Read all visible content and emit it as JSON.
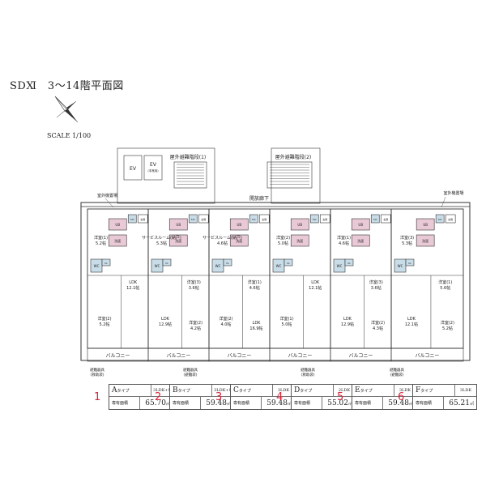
{
  "title": "SDⅪ　3〜14階平面図",
  "scale": "SCALE 1/100",
  "plan": {
    "labels": {
      "ev": "EV",
      "ev_sub": "(非常用)",
      "stair1": "屋外避難階段(1)",
      "stair2": "屋外避難階段(2)",
      "corridor": "開放廊下",
      "outdoor_unit": "室外機置場",
      "balcony": "バルコニー",
      "evac_hatch": "避難器具\n(救助袋)",
      "evac_hatch2": "避難器具\n(避難袋)"
    },
    "rooms": [
      {
        "unit": "A",
        "items": [
          {
            "t": "洋室(1)",
            "a": "5.2帖"
          },
          {
            "t": "WCL"
          },
          {
            "t": "洗面"
          },
          {
            "t": "UB"
          },
          {
            "t": "LDK",
            "a": "12.1帖"
          },
          {
            "t": "洋室(2)",
            "a": "5.2帖"
          }
        ]
      },
      {
        "unit": "B",
        "items": [
          {
            "t": "サービスルーム(納戸)",
            "a": "5.3帖"
          },
          {
            "t": "洋室(3)",
            "a": "3.6帖"
          },
          {
            "t": "LDK",
            "a": "12.9帖"
          },
          {
            "t": "洋室(2)",
            "a": "4.2帖"
          }
        ]
      },
      {
        "unit": "C",
        "items": [
          {
            "t": "サービスルーム(納戸)",
            "a": "4.6帖"
          },
          {
            "t": "洋室(1)",
            "a": "4.6帖"
          },
          {
            "t": "洋室(2)",
            "a": "4.0帖"
          },
          {
            "t": "LDK",
            "a": "16.9帖"
          }
        ]
      },
      {
        "unit": "D",
        "items": [
          {
            "t": "洋室(2)",
            "a": "5.0帖"
          },
          {
            "t": "LDK",
            "a": "12.1帖"
          },
          {
            "t": "洋室(1)",
            "a": "5.0帖"
          }
        ]
      },
      {
        "unit": "E",
        "items": [
          {
            "t": "洋室(1)",
            "a": "4.6帖"
          },
          {
            "t": "洋室(3)",
            "a": "3.6帖"
          },
          {
            "t": "LDK",
            "a": "12.9帖"
          },
          {
            "t": "洋室(2)",
            "a": "4.3帖"
          }
        ]
      },
      {
        "unit": "F",
        "items": [
          {
            "t": "洋室(3)",
            "a": "5.3帖"
          },
          {
            "t": "洋室(1)",
            "a": "5.6帖"
          },
          {
            "t": "LDK",
            "a": "12.1帖"
          },
          {
            "t": "洋室(2)",
            "a": "5.2帖"
          }
        ]
      }
    ],
    "small": [
      "WC",
      "CL",
      "SIC",
      "玄関",
      "UB",
      "洗面",
      "廊下",
      "WCL",
      "物入"
    ]
  },
  "units": [
    {
      "no": "1",
      "type": "A",
      "suffix": "タイプ",
      "layout": "3LDK+S",
      "area_label": "専有面積",
      "area": "65.70",
      "unit": "㎡"
    },
    {
      "no": "2",
      "type": "B",
      "suffix": "タイプ",
      "layout": "3LDK+S",
      "area_label": "専有面積",
      "area": "59.48",
      "unit": "㎡"
    },
    {
      "no": "3",
      "type": "C",
      "suffix": "タイプ",
      "layout": "3LDK",
      "area_label": "専有面積",
      "area": "59.48",
      "unit": "㎡"
    },
    {
      "no": "4",
      "type": "D",
      "suffix": "タイプ",
      "layout": "2LDK",
      "area_label": "専有面積",
      "area": "55.02",
      "unit": "㎡"
    },
    {
      "no": "5",
      "type": "E",
      "suffix": "タイプ",
      "layout": "3LDK",
      "area_label": "専有面積",
      "area": "59.48",
      "unit": "㎡"
    },
    {
      "no": "6",
      "type": "F",
      "suffix": "タイプ",
      "layout": "3LDK",
      "area_label": "専有面積",
      "area": "65.21",
      "unit": "㎡"
    }
  ],
  "colors": {
    "unit_number": "#d8243c",
    "bath": "#e9c9d6",
    "wc": "#c9dde9",
    "line": "#333333"
  }
}
